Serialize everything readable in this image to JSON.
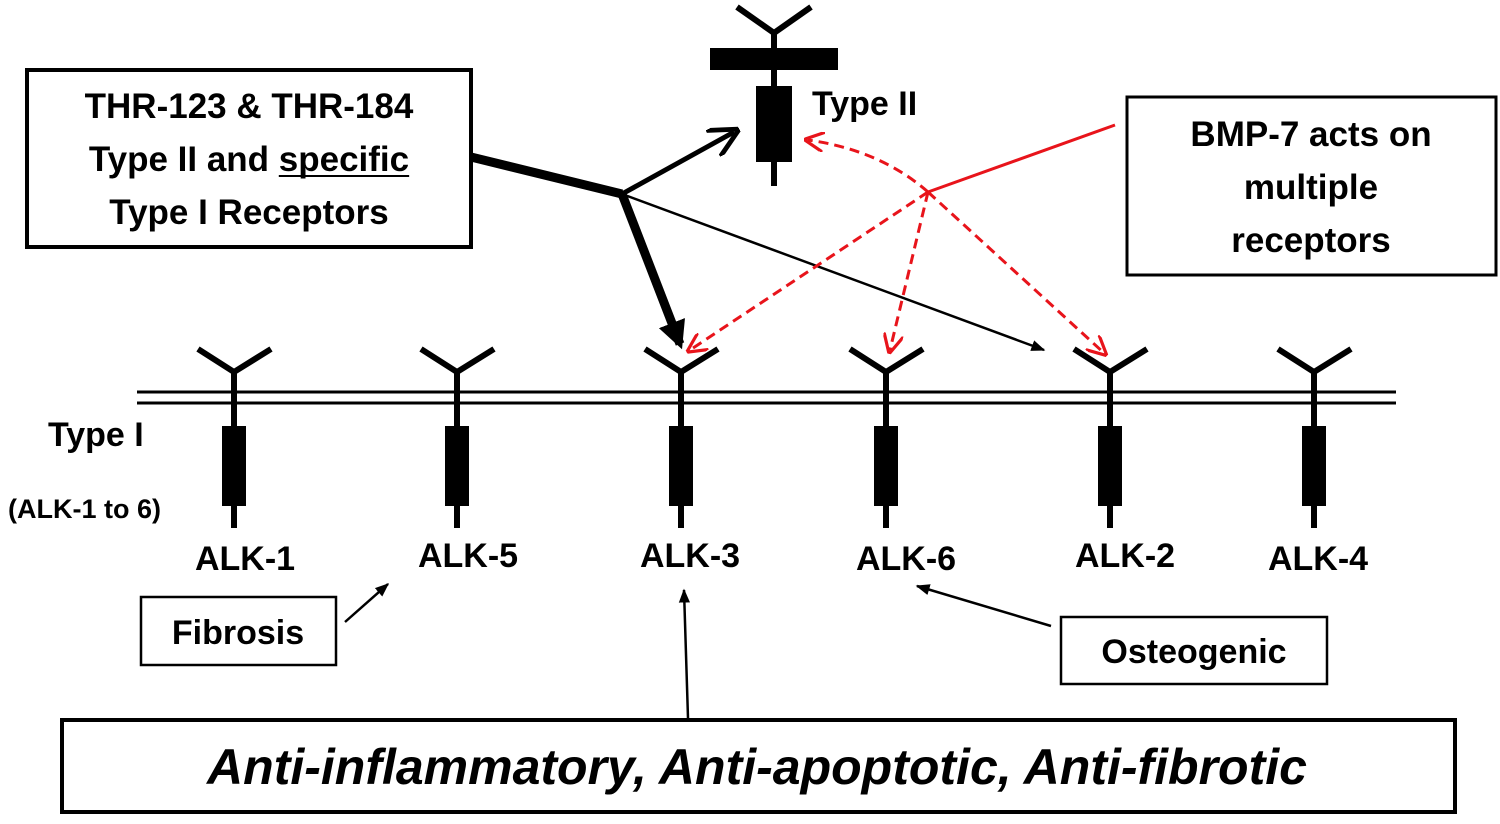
{
  "thr_box": {
    "line1": "THR-123 & THR-184",
    "line2_prefix": "Type II and ",
    "line2_underlined": "specific",
    "line3": "Type I Receptors"
  },
  "bmp_box": {
    "line1": "BMP-7 acts on",
    "line2": "multiple",
    "line3": "receptors"
  },
  "type2_label": "Type II",
  "type1_label": "Type I",
  "type1_range": "(ALK-1 to 6)",
  "receptors": [
    {
      "id": "alk1",
      "label": "ALK-1"
    },
    {
      "id": "alk5",
      "label": "ALK-5"
    },
    {
      "id": "alk3",
      "label": "ALK-3"
    },
    {
      "id": "alk6",
      "label": "ALK-6"
    },
    {
      "id": "alk2",
      "label": "ALK-2"
    },
    {
      "id": "alk4",
      "label": "ALK-4"
    }
  ],
  "fibrosis_label": "Fibrosis",
  "osteogenic_label": "Osteogenic",
  "effects_label": "Anti-inflammatory, Anti-apoptotic, Anti-fibrotic",
  "colors": {
    "line": "#000000",
    "bmp_arrow": "#e8141b"
  }
}
